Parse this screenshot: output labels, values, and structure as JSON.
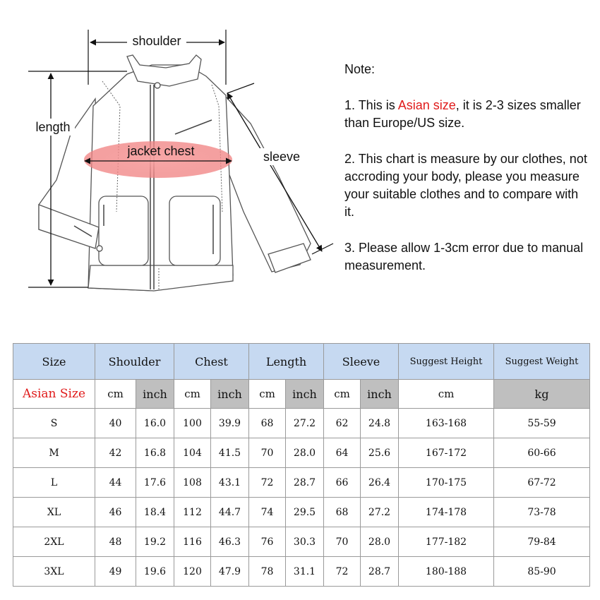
{
  "diagram": {
    "labels": {
      "shoulder": "shoulder",
      "length": "length",
      "chest": "jacket chest",
      "sleeve": "sleeve"
    }
  },
  "notes": {
    "title": "Note:",
    "note1": {
      "prefix": "1. This is ",
      "highlight": "Asian size",
      "suffix": ", it is 2-3 sizes smaller than Europe/US size."
    },
    "note2": "2. This chart is measure by our clothes, not accroding your body, please you measure your suitable clothes and to compare with it.",
    "note3": "3. Please allow 1-3cm error due to manual measurement.",
    "highlight_color": "#e01b1b"
  },
  "size_table": {
    "header": {
      "size": "Size",
      "shoulder": "Shoulder",
      "chest": "Chest",
      "length": "Length",
      "sleeve": "Sleeve",
      "height": "Suggest Height",
      "weight": "Suggest Weight"
    },
    "units": {
      "asian_size": "Asian Size",
      "cm": "cm",
      "inch": "inch",
      "kg": "kg"
    },
    "rows": [
      {
        "size": "S",
        "shoulder_cm": "40",
        "shoulder_in": "16.0",
        "chest_cm": "100",
        "chest_in": "39.9",
        "length_cm": "68",
        "length_in": "27.2",
        "sleeve_cm": "62",
        "sleeve_in": "24.8",
        "height": "163-168",
        "weight": "55-59"
      },
      {
        "size": "M",
        "shoulder_cm": "42",
        "shoulder_in": "16.8",
        "chest_cm": "104",
        "chest_in": "41.5",
        "length_cm": "70",
        "length_in": "28.0",
        "sleeve_cm": "64",
        "sleeve_in": "25.6",
        "height": "167-172",
        "weight": "60-66"
      },
      {
        "size": "L",
        "shoulder_cm": "44",
        "shoulder_in": "17.6",
        "chest_cm": "108",
        "chest_in": "43.1",
        "length_cm": "72",
        "length_in": "28.7",
        "sleeve_cm": "66",
        "sleeve_in": "26.4",
        "height": "170-175",
        "weight": "67-72"
      },
      {
        "size": "XL",
        "shoulder_cm": "46",
        "shoulder_in": "18.4",
        "chest_cm": "112",
        "chest_in": "44.7",
        "length_cm": "74",
        "length_in": "29.5",
        "sleeve_cm": "68",
        "sleeve_in": "27.2",
        "height": "174-178",
        "weight": "73-78"
      },
      {
        "size": "2XL",
        "shoulder_cm": "48",
        "shoulder_in": "19.2",
        "chest_cm": "116",
        "chest_in": "46.3",
        "length_cm": "76",
        "length_in": "30.3",
        "sleeve_cm": "70",
        "sleeve_in": "28.0",
        "height": "177-182",
        "weight": "79-84"
      },
      {
        "size": "3XL",
        "shoulder_cm": "49",
        "shoulder_in": "19.6",
        "chest_cm": "120",
        "chest_in": "47.9",
        "length_cm": "78",
        "length_in": "31.1",
        "sleeve_cm": "72",
        "sleeve_in": "28.7",
        "height": "180-188",
        "weight": "85-90"
      }
    ]
  },
  "colors": {
    "header_bg": "#c6d9f1",
    "inch_bg": "#bfbfbf",
    "chest_highlight": "#f08080",
    "asian_size_text": "#e01b1b"
  },
  "icons": {
    "jacket": "jacket-illustration"
  }
}
